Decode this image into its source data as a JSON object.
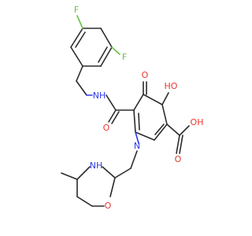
{
  "molecule": {
    "atoms": {
      "F_top": "F",
      "F_right": "F",
      "NH_amide": "NH",
      "O_amide": "O",
      "O_ketone": "O",
      "OH_ring": "HO",
      "N_ring": "N",
      "OH_acid": "OH",
      "O_acid": "O",
      "NH_morph": "NH",
      "O_morph": "O"
    },
    "colors": {
      "fluorine": "#6ac04a",
      "oxygen": "#e8382f",
      "nitrogen": "#2d3ae8",
      "carbon_bond": "#2b2b2b"
    }
  }
}
